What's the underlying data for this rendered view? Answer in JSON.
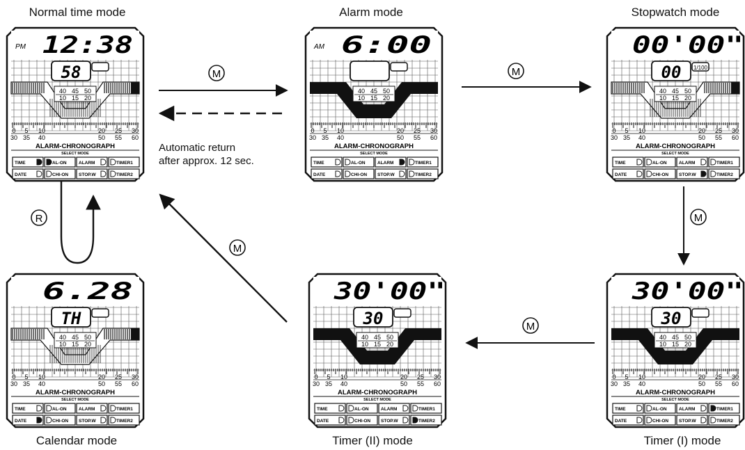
{
  "modes": {
    "normal": {
      "label": "Normal time mode",
      "ampm": "PM",
      "main": "12:38",
      "sub": "58",
      "sub_unit": ""
    },
    "alarm": {
      "label": "Alarm mode",
      "ampm": "AM",
      "main": "6:00",
      "sub": "",
      "sub_unit": ""
    },
    "stopwatch": {
      "label": "Stopwatch mode",
      "ampm": "",
      "main": "00'00\"",
      "sub": "00",
      "sub_unit": "1/100"
    },
    "calendar": {
      "label": "Calendar mode",
      "ampm": "",
      "main": "6.28",
      "sub": "TH",
      "sub_unit": ""
    },
    "timer2": {
      "label": "Timer (II) mode",
      "ampm": "",
      "main": "30'00\"",
      "sub": "30",
      "sub_unit": ""
    },
    "timer1": {
      "label": "Timer (I) mode",
      "ampm": "",
      "main": "30'00\"",
      "sub": "30",
      "sub_unit": ""
    }
  },
  "dial": {
    "brand": "ALARM-CHRONOGRAPH",
    "select": "SELECT MODE",
    "inner_top": [
      "40",
      "45",
      "50"
    ],
    "inner_bottom": [
      "10",
      "15",
      "20"
    ],
    "scale_top": [
      "0",
      "5",
      "10",
      "20",
      "25",
      "30"
    ],
    "scale_bottom": [
      "30",
      "35",
      "40",
      "50",
      "55",
      "60"
    ],
    "indicators": [
      "TIME",
      "AL-ON",
      "ALARM",
      "TIMER1",
      "DATE",
      "CHI-ON",
      "STOP.W",
      "TIMER2"
    ]
  },
  "transitions": {
    "key_m": "M",
    "key_r": "R",
    "auto_return_line1": "Automatic return",
    "auto_return_line2": "after approx. 12 sec."
  }
}
